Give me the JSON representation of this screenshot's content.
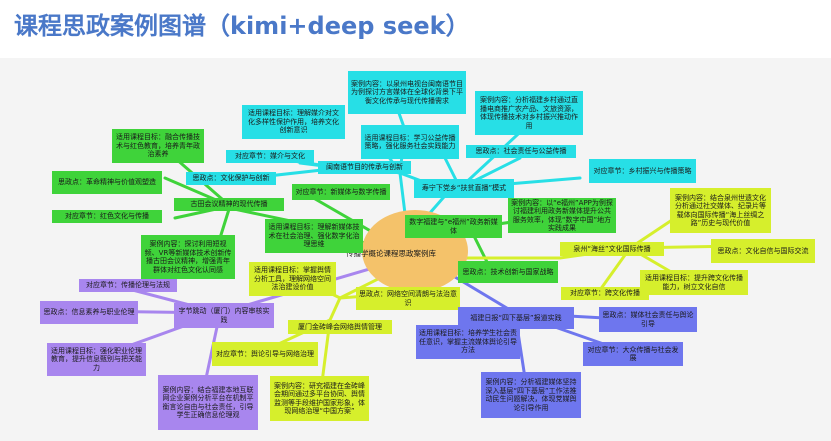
{
  "title": "课程思政案例图谱（kimi+deep seek）",
  "center": "传播学概论课程思政案例库",
  "nodes": {
    "n_case_c1": "案例内容：以泉州电视台闽南语节目为例探讨方言媒体在全球化背景下平衡文化传承与现代传播需求",
    "n_goal_c1": "适用课程目标：理解媒介对文化多样性保护作用，培养文化创新意识",
    "n_branch_c1": "闽南语节目的传承与创新",
    "n_chapter_c1": "对应章节：媒介与文化",
    "n_ideo_c1": "思政点：文化保护与创新",
    "n_goal_c2": "适用课程目标：学习公益传播策略，强化服务社会实践能力",
    "n_case_c2": "案例内容：分析福建乡村通过直播电商推广农产品、文旅资源，体现传播技术对乡村振兴推动作用",
    "n_ideo_c2": "思政点：社会责任与公益传播",
    "n_chapter_c2": "对应章节：乡村振兴与传播策略",
    "n_branch_c2": "寿宁下党乡“扶贫直播”模式",
    "n_goal_g1": "适用课程目标：融合传播技术与红色教育，培养青年政治素养",
    "n_ideo_g1": "思政点：革命精神与价值观塑造",
    "n_branch_g1": "古田会议精神的现代传播",
    "n_chapter_g1": "对应章节：红色文化与传播",
    "n_case_g1": "案例内容：探讨利用短视频、VR等新媒体技术创新传播古田会议精神，增强青年群体对红色文化认同感",
    "n_chapter_g2": "对应章节：新媒体与数字传播",
    "n_goal_g2": "适用课程目标：理解新媒体技术在社会治理、强化数字化治理思维",
    "n_branch_g2": "数字福建与“e福州”政务新媒体",
    "n_case_g2": "案例内容：以“e福州”APP为例探讨福建利用政务新媒体提升公共服务效率，体现“数字中国”地方实践成果",
    "n_ideo_g2": "思政点：技术创新与国家战略",
    "n_case_y1": "案例内容：结合泉州世遗文化分析通过社交媒体、纪录片等载体向国际传播“海上丝绸之路”历史与现代价值",
    "n_branch_y1": "泉州“海丝”文化国际传播",
    "n_ideo_y1": "思政点：文化自信与国际交流",
    "n_goal_y1": "适用课程目标：提升跨文化传播能力，树立文化自信",
    "n_chapter_y1": "对应章节：跨文化传播",
    "n_goal_y2": "适用课程目标：掌握舆情分析工具，理解网络空间法治建设价值",
    "n_ideo_y2": "思政点：网络空间清朗与法治意识",
    "n_branch_y2": "厦门金砖峰会网络舆情管理",
    "n_chapter_y2": "对应章节：舆论引导与网络治理",
    "n_case_y2": "案例内容：研究福建在金砖峰会期间通过多平台协同、舆情监测等手段维护国家形象，体现网络治理“中国方案”",
    "n_branch_b1": "福建日报“四下基层”报道实践",
    "n_goal_b1": "适用课程目标：培养学生社会责任意识，掌握主流媒体舆论引导方法",
    "n_ideo_b1": "思政点：媒体社会责任与舆论引导",
    "n_chapter_b1": "对应章节：大众传播与社会发展",
    "n_case_b1": "案例内容：分析福建媒体坚持深入基层“四下基层”工作法推动民生问题解决，体现党媒舆论引导作用",
    "n_chapter_p1": "对应章节：传播伦理与法规",
    "n_ideo_p1": "思政点：信息素养与职业伦理",
    "n_branch_p1": "字节跳动（厦门）内容审核实践",
    "n_goal_p1": "适用课程目标：强化职业伦理教育，提升信息甄别与把关能力",
    "n_case_p1": "案例内容：结合福建本地互联网企业案例分析平台在机制平衡言论自由与社会责任，引导学生正确信息伦理观"
  },
  "colors": {
    "cyan": "#27dfe6",
    "green": "#3fd33a",
    "yellow": "#d6ef2c",
    "blue": "#6e76ee",
    "purple": "#a886ee",
    "center": "#f4c26a",
    "title": "#4a78c8"
  }
}
